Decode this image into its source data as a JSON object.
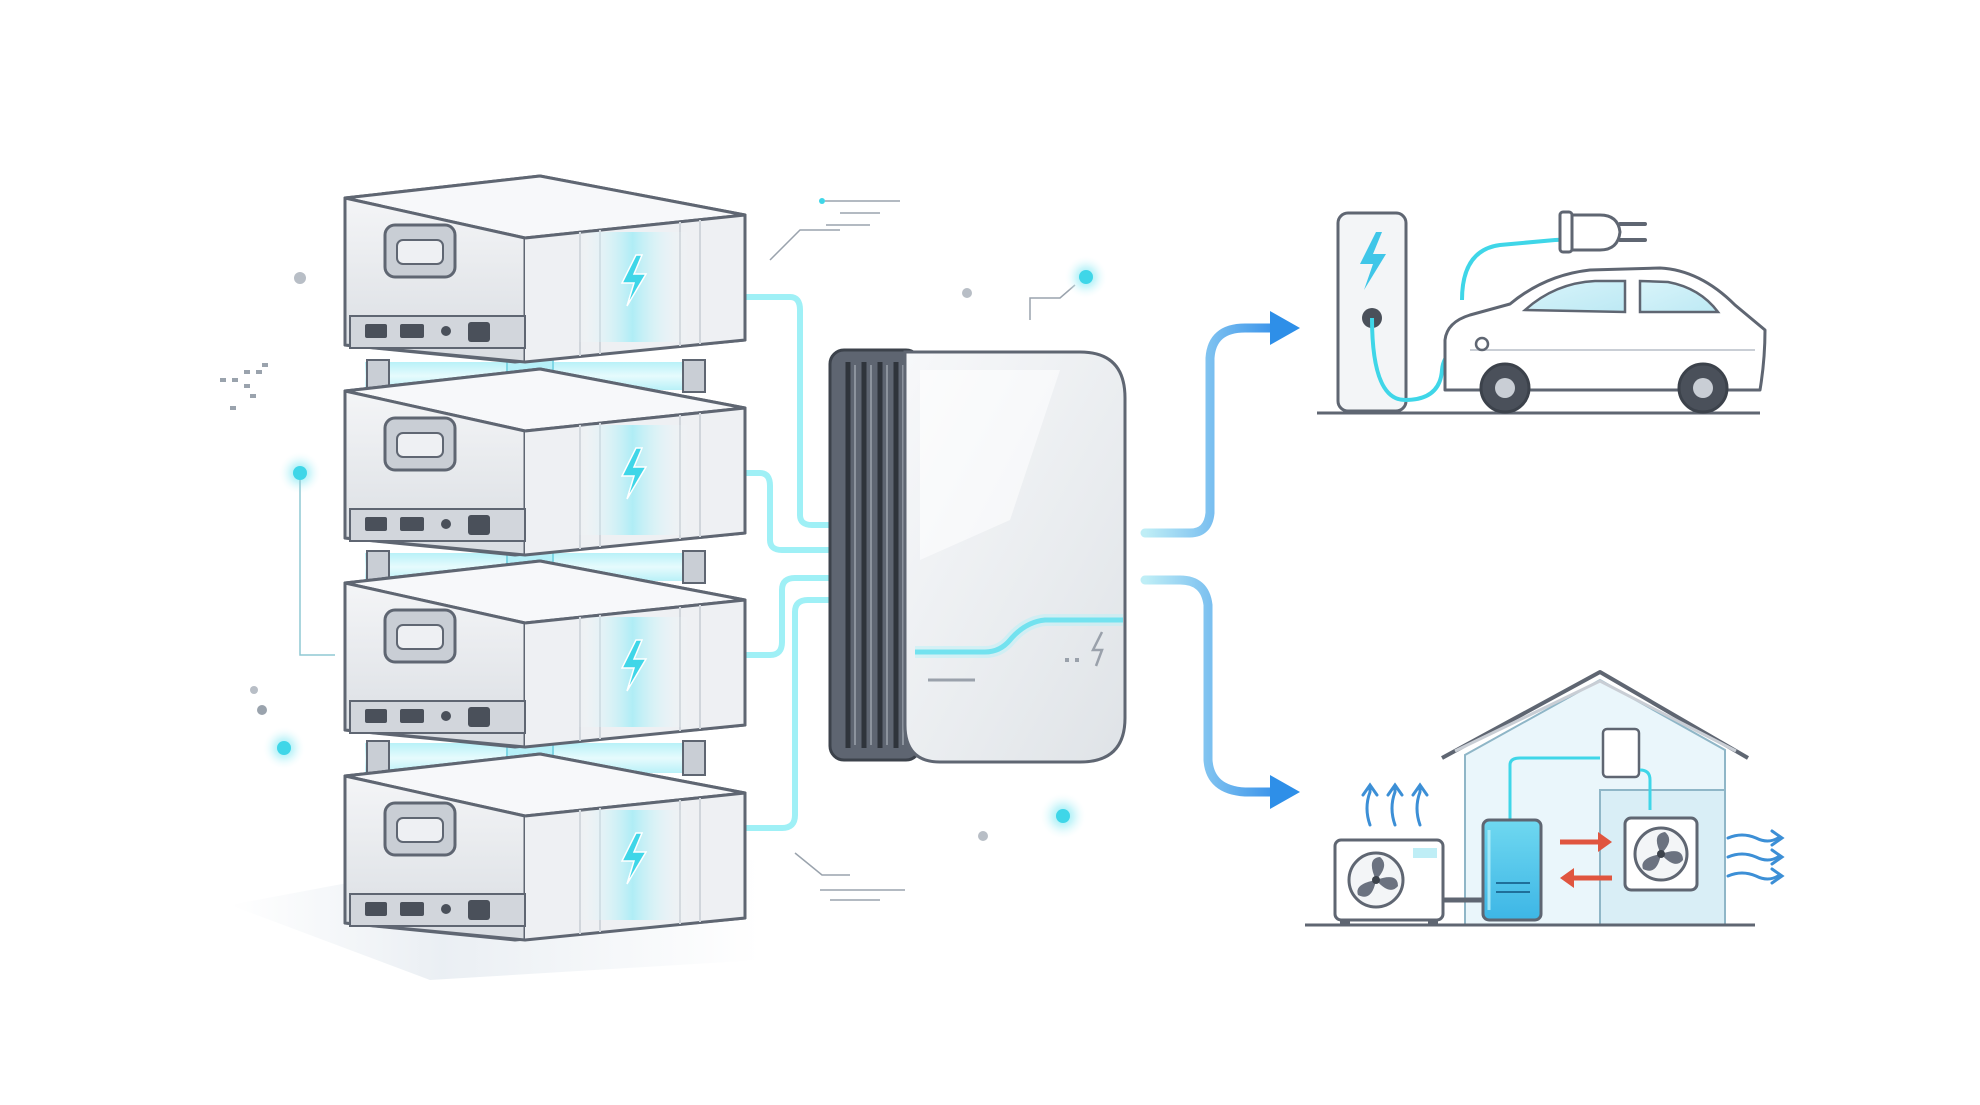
{
  "colors": {
    "background": "#ffffff",
    "outline": "#5f6672",
    "metal_light": "#eceef1",
    "metal_mid": "#d4d8de",
    "metal_dark": "#9aa1ab",
    "glow": "#3fd6e8",
    "glow_soft": "#aef0f7",
    "flow_blue": "#2e8fe8",
    "heat_red": "#e0553f",
    "heat_cool": "#2e8fe8"
  },
  "icons": {
    "battery_module": "lightning-bolt-icon",
    "inverter": "lightning-bolt-icon",
    "charger": "lightning-bolt-icon",
    "plug": "plug-icon",
    "fan": "fan-icon"
  },
  "diagram": {
    "battery_modules": 4,
    "flows": [
      "ev-charging",
      "heat-pump-home"
    ]
  }
}
